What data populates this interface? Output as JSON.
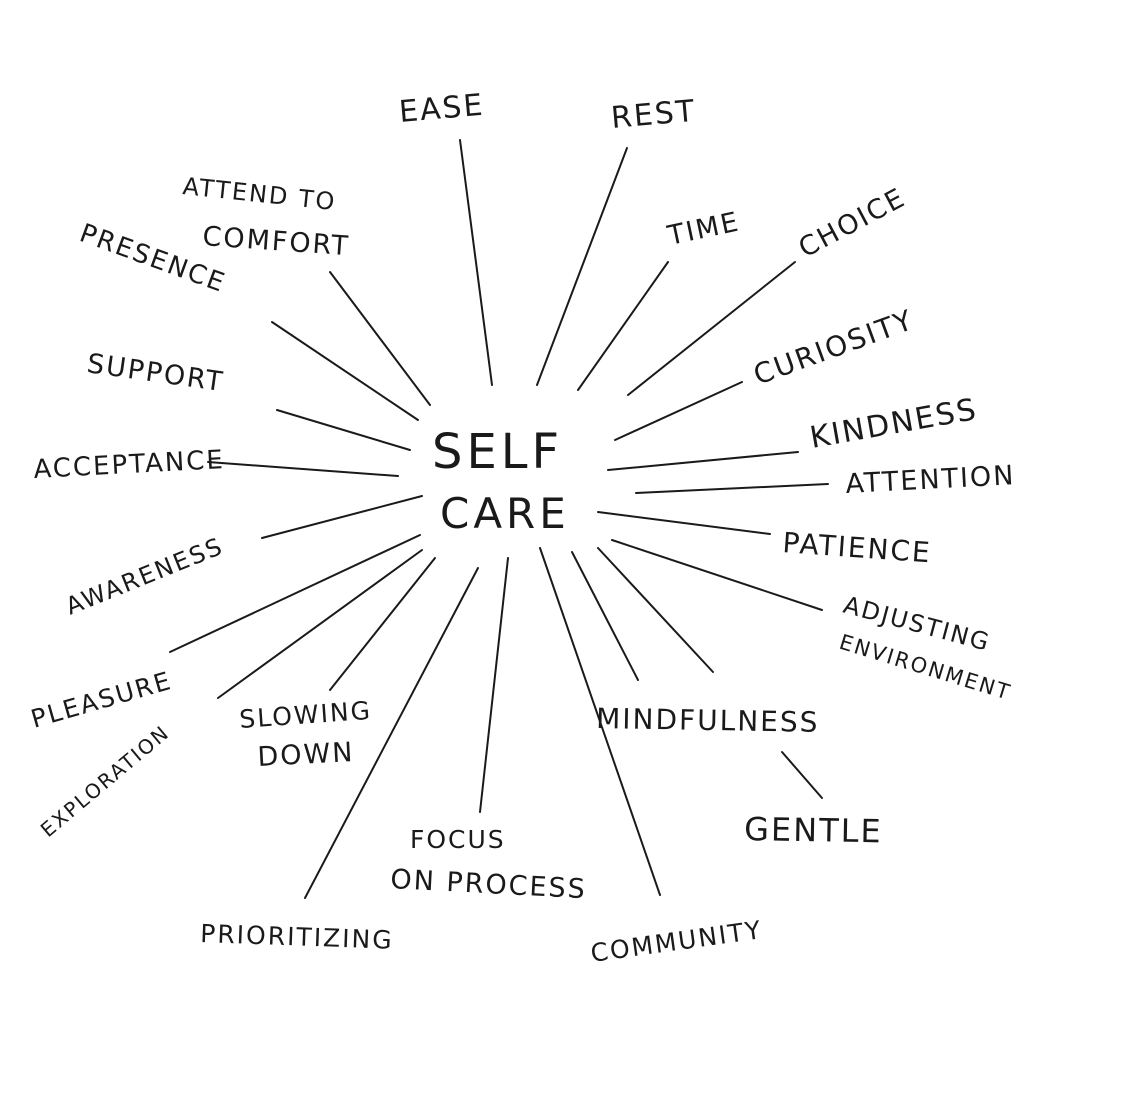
{
  "center": {
    "line1": "SELF",
    "line2": "CARE"
  },
  "colors": {
    "ink": "#1a1a1a",
    "paper": "#ffffff"
  },
  "labels": {
    "ease": "EASE",
    "rest": "REST",
    "attend_to_1": "ATTEND TO",
    "attend_to_2": "COMFORT",
    "time": "TIME",
    "choice": "CHOICE",
    "presence": "PRESENCE",
    "curiosity": "CURIOSITY",
    "support": "SUPPORT",
    "kindness": "KINDNESS",
    "acceptance": "ACCEPTANCE",
    "attention": "ATTENTION",
    "awareness": "AWARENESS",
    "patience": "PATIENCE",
    "adjusting_1": "ADJUSTING",
    "adjusting_2": "ENVIRONMENT",
    "pleasure": "PLEASURE",
    "exploration": "EXPLORATION",
    "slowing_1": "SLOWING",
    "slowing_2": "DOWN",
    "mindfulness": "MINDFULNESS",
    "gentle": "GENTLE",
    "focus_1": "FOCUS",
    "focus_2": "ON PROCESS",
    "prioritizing": "PRIORITIZING",
    "community": "COMMUNITY"
  }
}
